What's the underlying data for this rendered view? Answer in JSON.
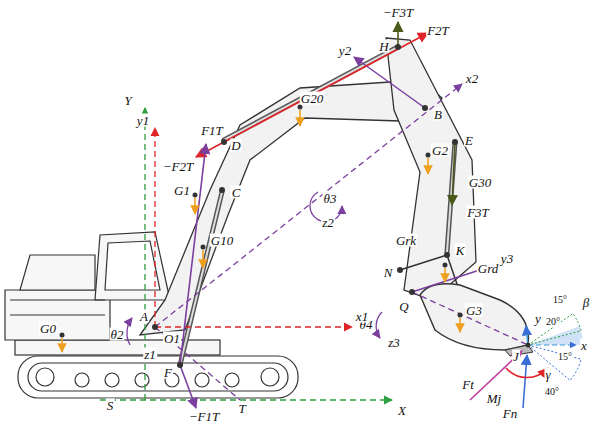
{
  "diagram": {
    "labels": [
      "−F3T",
      "H",
      "F2T",
      "y2",
      "x2",
      "Y",
      "y1",
      "G20",
      "B",
      "F1T",
      "D",
      "G2",
      "E",
      "−F2T",
      "G30",
      "C",
      "θ3",
      "z2",
      "G1",
      "F3T",
      "G10",
      "Grk",
      "K",
      "Grd",
      "y3",
      "N",
      "Q",
      "θ4",
      "G3",
      "15°",
      "20°",
      "β",
      "x1",
      "z3",
      "G0",
      "θ2",
      "A",
      "O1",
      "z1",
      "y",
      "J",
      "x",
      "15°",
      "γ",
      "40°",
      "Ft",
      "Mj",
      "Fn",
      "F",
      "X",
      "S",
      "T",
      "−F1T"
    ]
  }
}
